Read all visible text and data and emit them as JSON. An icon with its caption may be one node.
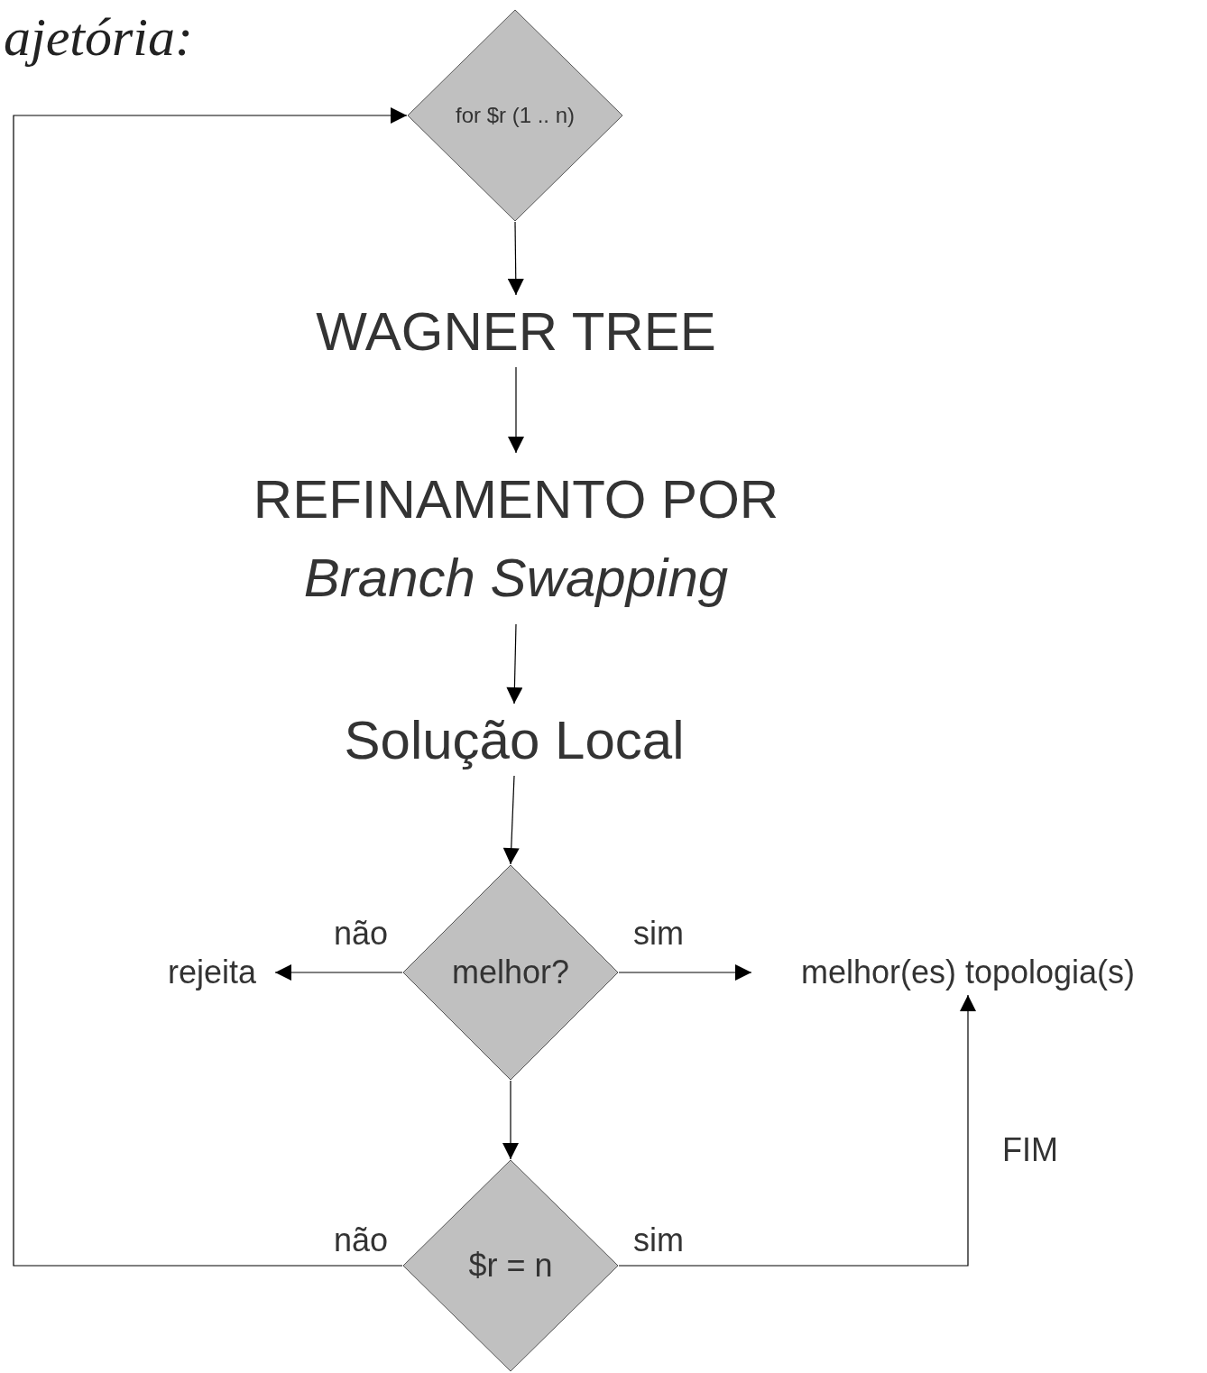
{
  "diagram": {
    "title": "ajetória:",
    "nodes": [
      {
        "text": [
          "for $r (1 .. n)"
        ]
      },
      {
        "text": [
          "WAGNER TREE"
        ]
      },
      {
        "text": [
          "REFINAMENTO POR",
          "Branch Swapping"
        ]
      },
      {
        "text": [
          "Solução Local"
        ]
      },
      {
        "text": [
          "melhor?"
        ]
      },
      {
        "text": [
          "rejeita"
        ]
      },
      {
        "text": [
          "melhor(es) topologia(s)"
        ]
      },
      {
        "text": [
          "$r = n"
        ]
      }
    ],
    "edges": [
      {
        "from": 0,
        "to": 1,
        "arrow": "to"
      },
      {
        "from": 1,
        "to": 2,
        "arrow": "to"
      },
      {
        "from": 2,
        "to": 3,
        "arrow": "to"
      },
      {
        "from": 3,
        "to": 4,
        "arrow": "to"
      },
      {
        "from": 4,
        "to": 5,
        "arrow": "to",
        "label": "não"
      },
      {
        "from": 4,
        "to": 6,
        "arrow": "to",
        "label": "sim"
      },
      {
        "from": 4,
        "to": 7,
        "arrow": "to"
      },
      {
        "from": 7,
        "to": 6,
        "arrow": "to",
        "label": "sim"
      },
      {
        "from": 7,
        "to": 0,
        "arrow": "to",
        "label": "não"
      }
    ],
    "labels": [
      "FIM"
    ]
  }
}
